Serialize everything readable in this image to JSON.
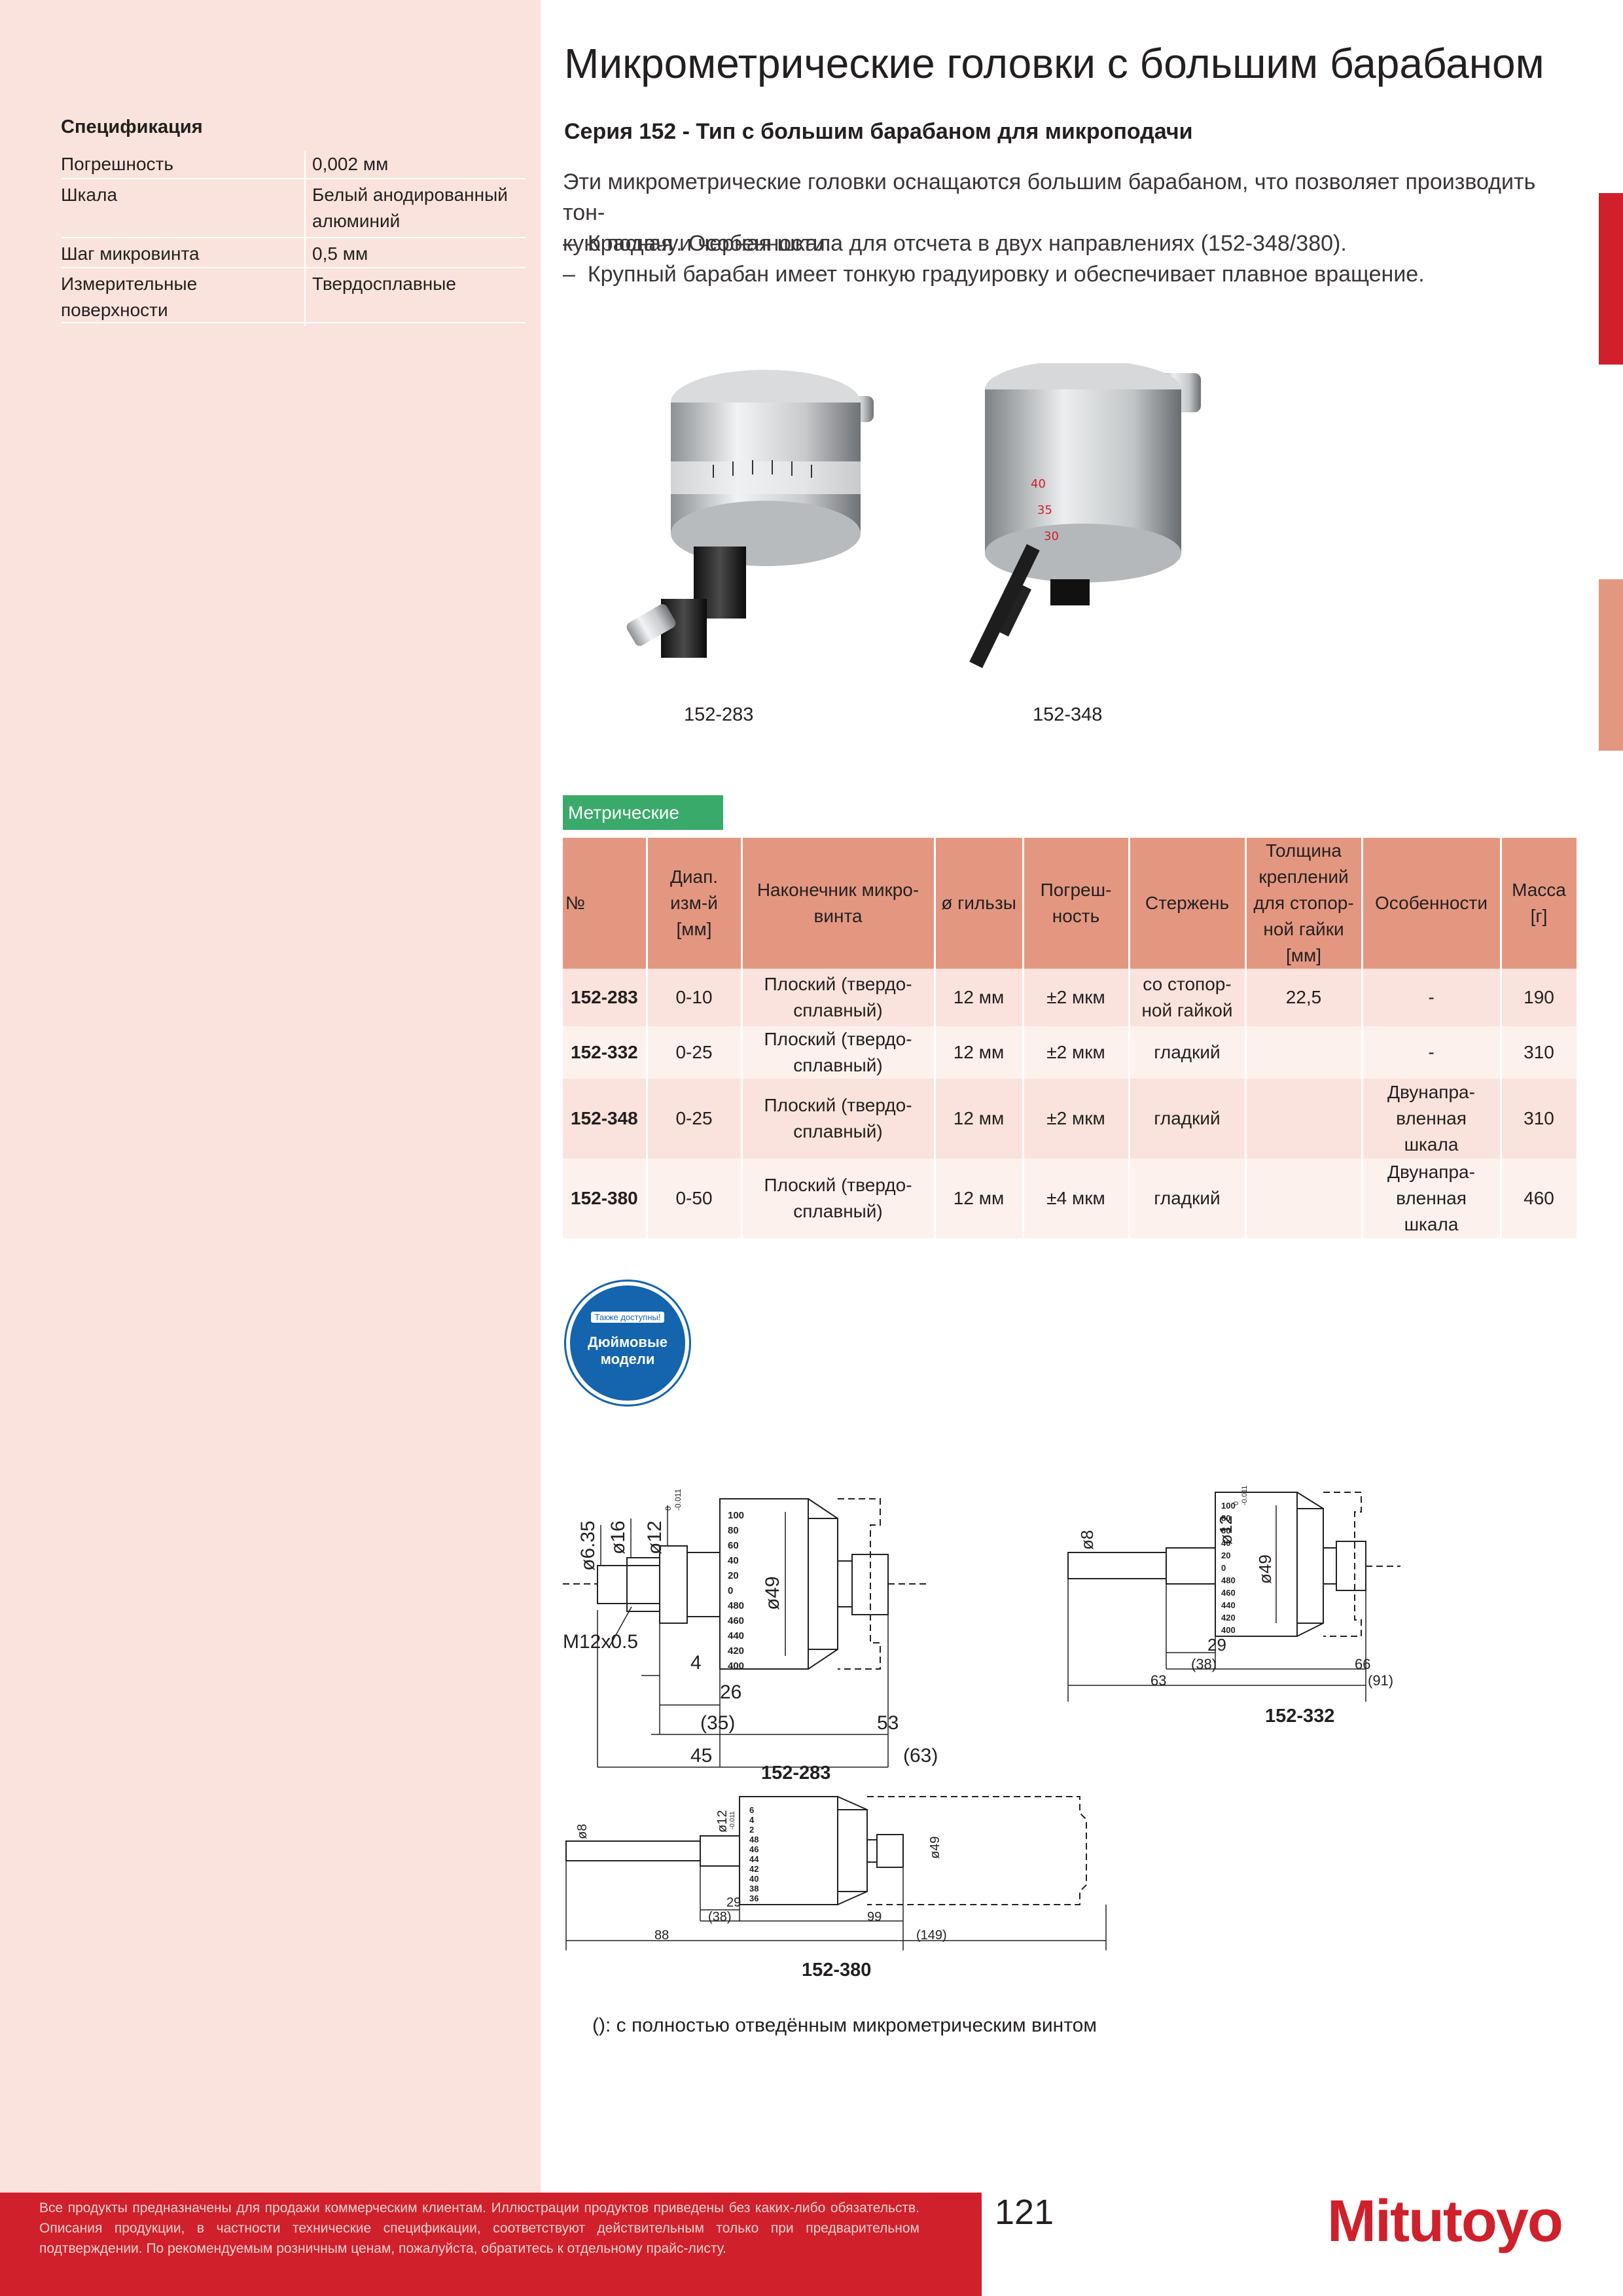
{
  "page": {
    "title": "Микрометрические головки с большим барабаном",
    "series_title": "Серия 152 - Тип с большим барабаном для микроподачи",
    "intro_lines": [
      "Эти микрометрические головки оснащаются большим барабаном, что позволяет производить тон-",
      "кую подачу. Особенности:"
    ],
    "bullets": [
      "Красная и черная шкала для отсчета в двух направлениях (152-348/380).",
      "Крупный барабан имеет тонкую градуировку и обеспечивает плавное вращение."
    ],
    "bullet_mark": "–",
    "page_number": "121",
    "brand": "Mitutoyo",
    "footer_text": "Все продукты предназначены для продажи коммерческим клиентам. Иллюстрации продуктов приведены без каких-либо обязательств. Описания продукции, в частности технические спецификации, соответствуют действительным только при предварительном подтверждении. По рекомендуемым розничным ценам, пожалуйста, обратитесь к отдельному прайс-листу.",
    "note": "(): с полностью отведённым микрометрическим винтом"
  },
  "colors": {
    "sidebar_bg": "#fae3dc",
    "table_header": "#e39781",
    "metric_tab": "#3aaa6a",
    "brand_red": "#d0202b",
    "badge_blue": "#1464ae",
    "edge_tab_dark": "#d0202b",
    "edge_tab_light": "#e39781"
  },
  "spec": {
    "title": "Спецификация",
    "rows": [
      {
        "k1": "Погрешность",
        "k2": "",
        "v1": "0,002 мм",
        "v2": ""
      },
      {
        "k1": "Шкала",
        "k2": "",
        "v1": "Белый анодированный",
        "v2": "алюминий"
      },
      {
        "k1": "Шаг микровинта",
        "k2": "",
        "v1": "0,5 мм",
        "v2": ""
      },
      {
        "k1": "Измерительные",
        "k2": "поверхности",
        "v1": "Твердосплавные",
        "v2": ""
      }
    ]
  },
  "photos": {
    "left_label": "152-283",
    "right_label": "152-348"
  },
  "table": {
    "tab_label": "Метрические",
    "headers": [
      [
        "№"
      ],
      [
        "Диап.",
        "изм-й",
        "[мм]"
      ],
      [
        "Наконечник микро-",
        "винта"
      ],
      [
        "ø гильзы"
      ],
      [
        "Погреш-",
        "ность"
      ],
      [
        "Стержень"
      ],
      [
        "Толщина",
        "креплений",
        "для стопор-",
        "ной гайки",
        "[мм]"
      ],
      [
        "Особенности"
      ],
      [
        "Масса",
        "[г]"
      ]
    ],
    "rows": [
      {
        "code": "152-283",
        "range": "0-10",
        "tip": [
          "Плоский (твердо-",
          "сплавный)"
        ],
        "sleeve": "12 мм",
        "accuracy": "±2 мкм",
        "spindle": [
          "со стопор-",
          "ной гайкой"
        ],
        "nut": "22,5",
        "features": [
          "-"
        ],
        "mass": "190"
      },
      {
        "code": "152-332",
        "range": "0-25",
        "tip": [
          "Плоский (твердо-",
          "сплавный)"
        ],
        "sleeve": "12 мм",
        "accuracy": "±2 мкм",
        "spindle": [
          "гладкий"
        ],
        "nut": "",
        "features": [
          "-"
        ],
        "mass": "310"
      },
      {
        "code": "152-348",
        "range": "0-25",
        "tip": [
          "Плоский (твердо-",
          "сплавный)"
        ],
        "sleeve": "12 мм",
        "accuracy": "±2 мкм",
        "spindle": [
          "гладкий"
        ],
        "nut": "",
        "features": [
          "Двунапра-",
          "вленная",
          "шкала"
        ],
        "mass": "310"
      },
      {
        "code": "152-380",
        "range": "0-50",
        "tip": [
          "Плоский (твердо-",
          "сплавный)"
        ],
        "sleeve": "12 мм",
        "accuracy": "±4 мкм",
        "spindle": [
          "гладкий"
        ],
        "nut": "",
        "features": [
          "Двунапра-",
          "вленная",
          "шкала"
        ],
        "mass": "460"
      }
    ]
  },
  "badge": {
    "top": "Также доступны!",
    "line1": "Дюймовые",
    "line2": "модели"
  },
  "drawings": {
    "d283": {
      "label": "152-283",
      "dia_small": "ø6.35",
      "dia_nut": "ø16",
      "dia_sleeve": "ø12",
      "tol_top": "0",
      "tol_bottom": "-0.011",
      "dia_thimble": "ø49",
      "thread": "M12x0.5",
      "dim_4": "4",
      "dim_26": "26",
      "dim_35": "(35)",
      "dim_53": "53",
      "dim_45": "45",
      "dim_63": "(63)",
      "scale": [
        "100",
        "80",
        "60",
        "40",
        "20",
        "0",
        "480",
        "460",
        "440",
        "420",
        "400"
      ]
    },
    "d332": {
      "label": "152-332",
      "dia_small": "ø8",
      "dia_sleeve": "ø12",
      "tol_top": "0",
      "tol_bottom": "-0.011",
      "dia_thimble": "ø49",
      "dim_29": "29",
      "dim_38": "(38)",
      "dim_66": "66",
      "dim_63": "63",
      "dim_91": "(91)",
      "scale": [
        "100",
        "80",
        "60",
        "40",
        "20",
        "0",
        "480",
        "460",
        "440",
        "420",
        "400"
      ]
    },
    "d380": {
      "label": "152-380",
      "dia_small": "ø8",
      "dia_sleeve": "ø12",
      "tol_bottom": "-0.011",
      "dia_thimble": "ø49",
      "dim_29": "29",
      "dim_38": "(38)",
      "dim_99": "99",
      "dim_88": "88",
      "dim_149": "(149)",
      "scale": [
        "6",
        "4",
        "2",
        "48",
        "46",
        "44",
        "42",
        "40",
        "38",
        "36"
      ]
    }
  }
}
